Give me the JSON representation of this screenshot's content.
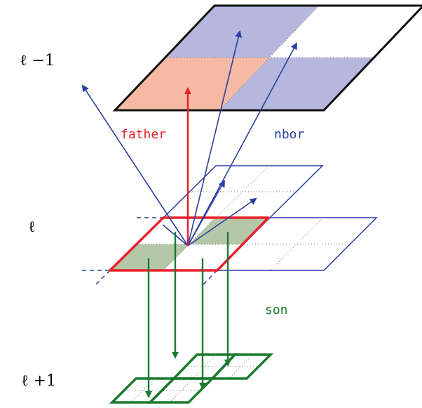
{
  "levels": {
    "upper": "ℓ −1",
    "current": "ℓ",
    "lower": "ℓ +1"
  },
  "labels": {
    "father": "father",
    "nbor": "nbor",
    "son": "son"
  },
  "colors": {
    "father": "#e8202a",
    "nbor": "#2b3ea0",
    "son": "#1a7a2e",
    "parent_shade_blue": "#b5b8dc",
    "parent_shade_salmon": "#f6baa4",
    "cell_fill_green": "#b4c7a8",
    "outline_black": "#111111"
  }
}
